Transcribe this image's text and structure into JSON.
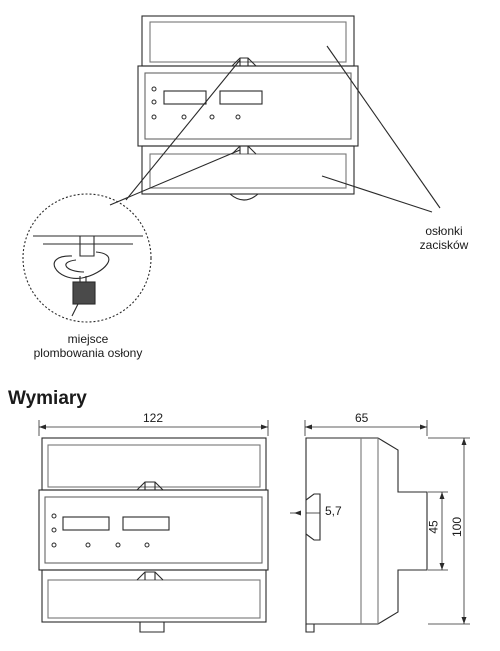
{
  "callouts": {
    "terminal_covers_line1": "osłonki",
    "terminal_covers_line2": "zacisków",
    "seal_place_line1": "miejsce",
    "seal_place_line2": "plombowania osłony"
  },
  "dimensions_section": {
    "title": "Wymiary",
    "width": "122",
    "depth": "65",
    "rail_offset": "5,7",
    "inner_height": "45",
    "total_height": "100"
  }
}
